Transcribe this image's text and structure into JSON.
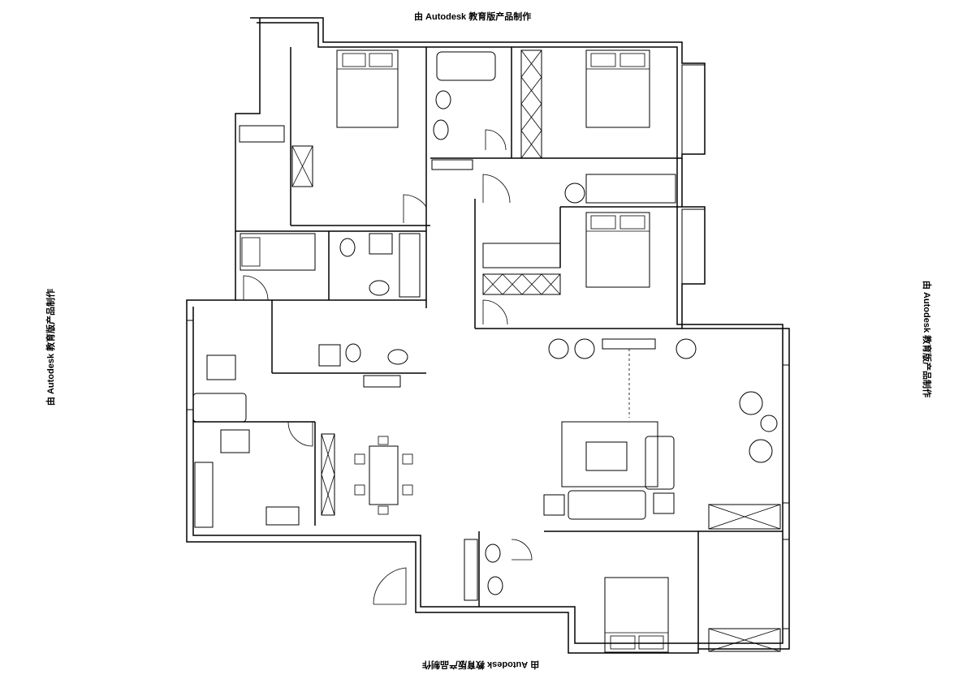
{
  "watermark": {
    "top": "由 Autodesk 教育版产品制作",
    "left": "由 Autodesk 教育版产品制作",
    "right": "由 Autodesk 教育版产品制作",
    "bottom": "由 Autodesk 教育版产品制作"
  }
}
